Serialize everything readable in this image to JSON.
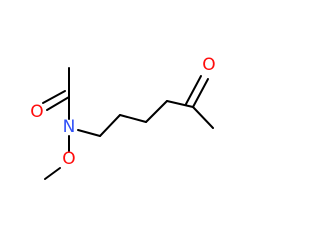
{
  "molecule": {
    "bond_color": "#000000",
    "atoms": {
      "o_carbonyl_left": {
        "symbol": "O",
        "color": "#ff0d0d"
      },
      "nitrogen": {
        "symbol": "N",
        "color": "#3050f8"
      },
      "o_methoxy": {
        "symbol": "O",
        "color": "#ff0d0d"
      },
      "o_ketone": {
        "symbol": "O",
        "color": "#ff0d0d"
      }
    }
  }
}
